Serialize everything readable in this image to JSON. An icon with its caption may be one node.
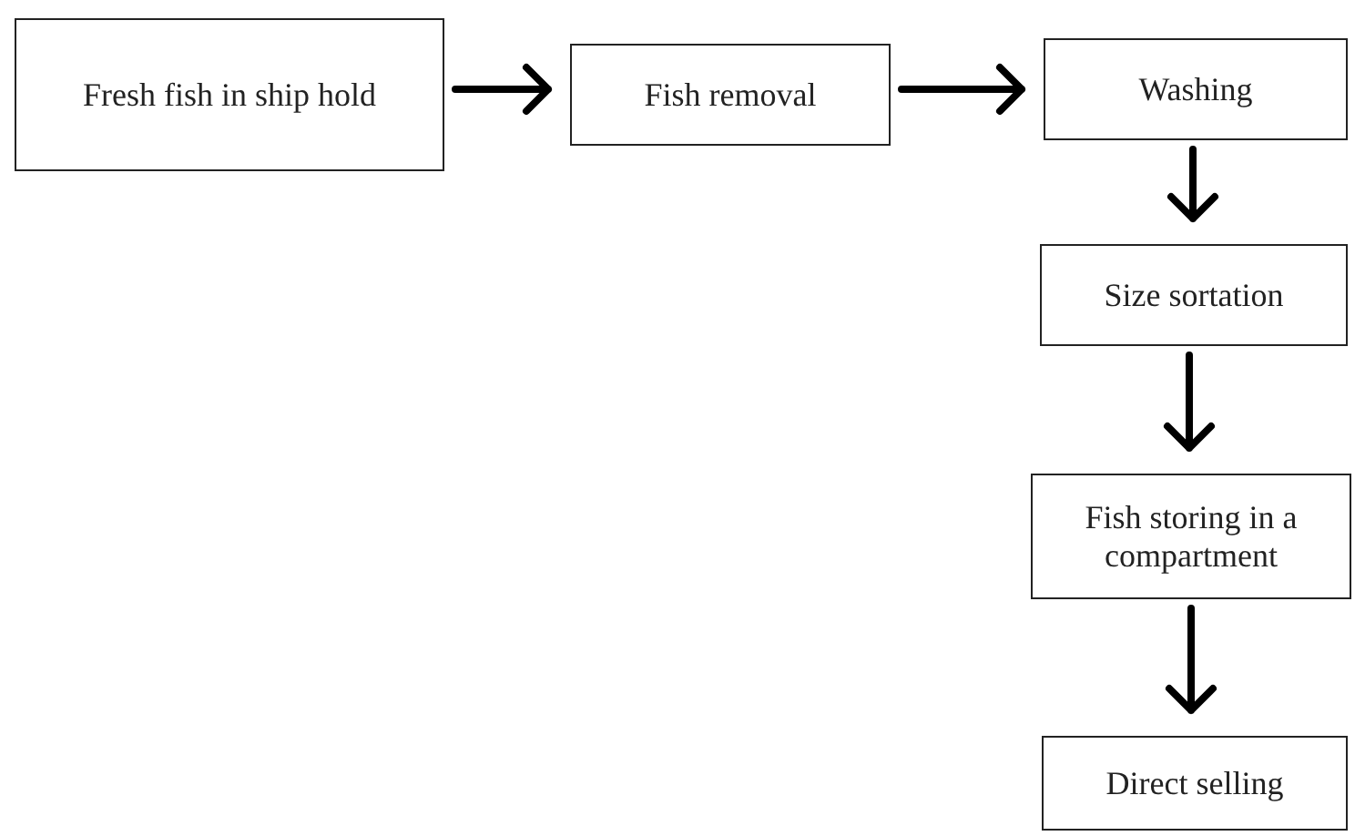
{
  "diagram": {
    "nodes": [
      {
        "text": [
          "Fresh fish in ship hold"
        ]
      },
      {
        "text": [
          "Fish removal"
        ]
      },
      {
        "text": [
          "Washing"
        ]
      },
      {
        "text": [
          "Size sortation"
        ]
      },
      {
        "text": [
          "Fish storing in a compartment"
        ]
      },
      {
        "text": [
          "Direct selling"
        ]
      }
    ],
    "edges": [
      {
        "from": 0,
        "to": 1,
        "arrow": "to"
      },
      {
        "from": 1,
        "to": 2,
        "arrow": "to"
      },
      {
        "from": 2,
        "to": 3,
        "arrow": "to"
      },
      {
        "from": 3,
        "to": 4,
        "arrow": "to"
      },
      {
        "from": 4,
        "to": 5,
        "arrow": "to"
      }
    ]
  }
}
